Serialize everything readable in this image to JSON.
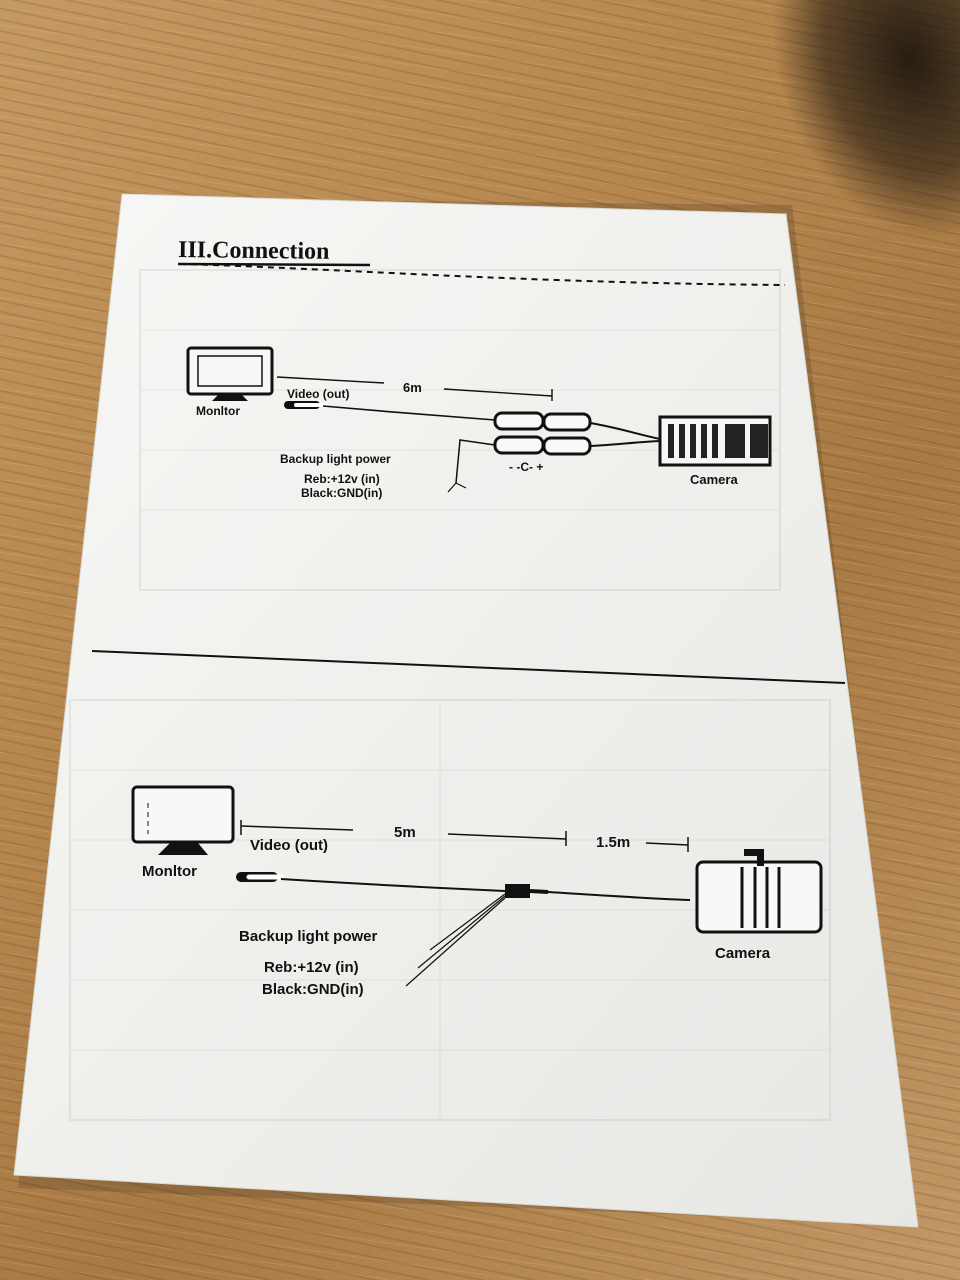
{
  "heading": "III.Connection",
  "diagram1": {
    "monitor_label": "Monltor",
    "video_label": "Video (out)",
    "distance_label": "6m",
    "backup_title": "Backup light power",
    "red_line": "Reb:+12v (in)",
    "black_line": "Black:GND(in)",
    "power_symbol": "- -C- +",
    "camera_label": "Camera"
  },
  "diagram2": {
    "monitor_label": "Monltor",
    "video_label": "Video (out)",
    "distance_1": "5m",
    "distance_2": "1.5m",
    "backup_title": "Backup light power",
    "red_line": "Reb:+12v (in)",
    "black_line": "Black:GND(in)",
    "camera_label": "Camera"
  },
  "colors": {
    "wood": "#b78d58",
    "paper": "#f3f3f0",
    "ink": "#111111"
  }
}
